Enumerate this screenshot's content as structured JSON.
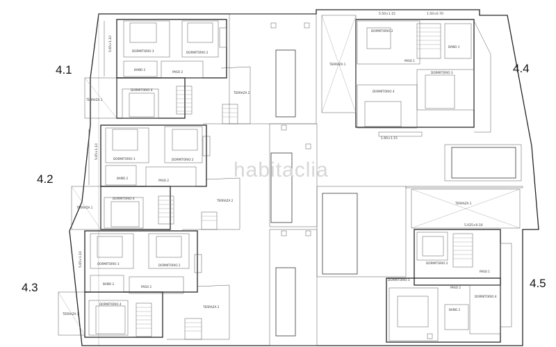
{
  "units": [
    {
      "id": "4.1",
      "label": "4.1"
    },
    {
      "id": "4.2",
      "label": "4.2"
    },
    {
      "id": "4.3",
      "label": "4.3"
    },
    {
      "id": "4.4",
      "label": "4.4"
    },
    {
      "id": "4.5",
      "label": "4.5"
    }
  ],
  "rooms": [
    {
      "name": "DORMITORIO 3"
    },
    {
      "name": "DORMITORIO 2"
    },
    {
      "name": "BAÑO 2"
    },
    {
      "name": "PASO 2"
    },
    {
      "name": "TERRAZA 2"
    },
    {
      "name": "DORMITORIO 4"
    },
    {
      "name": "TERRAZA 1"
    },
    {
      "name": "DORMITORIO 3"
    },
    {
      "name": "DORMITORIO 2"
    },
    {
      "name": "BAÑO 2"
    },
    {
      "name": "PASO 2"
    },
    {
      "name": "DORMITORIO 4"
    },
    {
      "name": "TERRAZA 2"
    },
    {
      "name": "TERRAZA 1"
    },
    {
      "name": "DORMITORIO 3"
    },
    {
      "name": "DORMITORIO 2"
    },
    {
      "name": "BAÑO 2"
    },
    {
      "name": "PASO 2"
    },
    {
      "name": "DORMITORIO 4"
    },
    {
      "name": "TERRAZA 2"
    },
    {
      "name": "TERRAZA 1"
    },
    {
      "name": "DORMITORIO 2"
    },
    {
      "name": "BAÑO 3"
    },
    {
      "name": "TERRAZA 1"
    },
    {
      "name": "PASO 1"
    },
    {
      "name": "DORMITORIO 3"
    },
    {
      "name": "DORMITORIO 4"
    },
    {
      "name": "TERRAZA 1"
    },
    {
      "name": "DORMITORIO 2"
    },
    {
      "name": "PASO 1"
    },
    {
      "name": "DORMITORIO 3"
    },
    {
      "name": "PASO 2"
    },
    {
      "name": "BAÑO 2"
    },
    {
      "name": "DORMITORIO 4"
    }
  ],
  "dimensions": [
    {
      "text": "5.50×1.15"
    },
    {
      "text": "1.50×0.70"
    },
    {
      "text": "1.60×1.15"
    },
    {
      "text": "5.65×1.10"
    },
    {
      "text": "5.65×1.10"
    },
    {
      "text": "5.65×1.10"
    },
    {
      "text": "5.025×0.10"
    }
  ],
  "watermark": "habitaclia"
}
